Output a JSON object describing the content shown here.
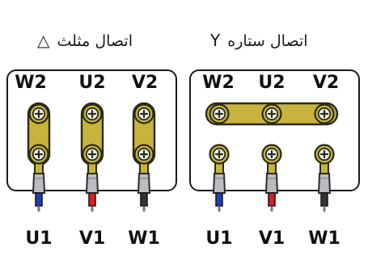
{
  "delta_panel": {
    "title": "اتصال مثلث",
    "symbol": "△",
    "top_labels": [
      "W2",
      "U2",
      "V2"
    ],
    "bottom_labels": [
      "U1",
      "V1",
      "W1"
    ]
  },
  "star_panel": {
    "title": "اتصال ستاره",
    "symbol": "Y",
    "top_labels": [
      "W2",
      "U2",
      "V2"
    ],
    "bottom_labels": [
      "U1",
      "V1",
      "W1"
    ]
  },
  "colors": {
    "link_fill": "#c8b43c",
    "link_stroke": "#2a2a18",
    "wire_blue": "#1f3fae",
    "wire_red": "#d6201f",
    "wire_black": "#333333",
    "ferrule": "#b9bcc0"
  },
  "wire_colors": [
    "blue",
    "red",
    "black"
  ]
}
